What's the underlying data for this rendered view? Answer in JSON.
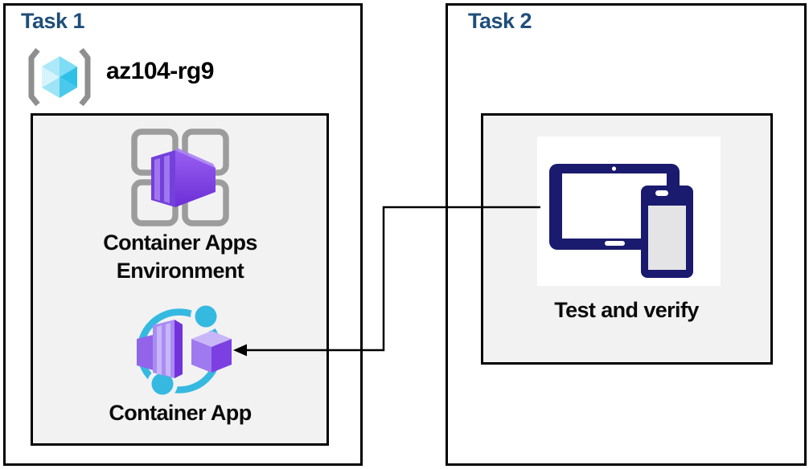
{
  "colors": {
    "heading": "#1F4E79",
    "box_border": "#000000",
    "panel_bg": "#f2f2f2",
    "device_navy": "#1a1a6e",
    "teal": "#35b9e1",
    "container_purple": "#7c4be0",
    "bracket_gray": "#8f8f8f",
    "grid_gray": "#9c9c9c"
  },
  "task1": {
    "title": "Task 1",
    "resource_group": {
      "name": "az104-rg9",
      "icon": "resource-group-icon"
    },
    "nodes": [
      {
        "id": "container-apps-environment",
        "label": "Container Apps Environment",
        "icon": "container-apps-environment-icon"
      },
      {
        "id": "container-app",
        "label": "Container App",
        "icon": "container-app-icon"
      }
    ]
  },
  "task2": {
    "title": "Task 2",
    "nodes": [
      {
        "id": "test-and-verify",
        "label": "Test and verify",
        "icon": "tablet-and-phone-icon"
      }
    ]
  },
  "connector": {
    "from": "Test and verify",
    "to": "Container App",
    "type": "elbow-arrow"
  }
}
